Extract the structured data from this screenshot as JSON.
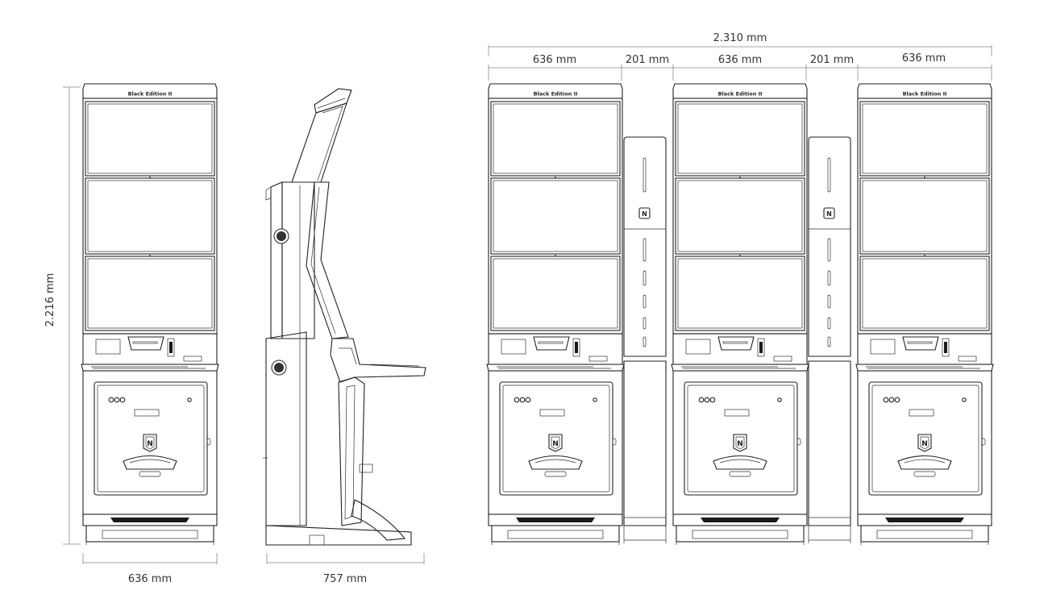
{
  "diagram": {
    "front_view": {
      "brand_label": "Black Edition II",
      "width_label": "636 mm",
      "height_label": "2.216 mm"
    },
    "side_view": {
      "depth_label": "757 mm"
    },
    "row_view": {
      "total_width_label": "2.310 mm",
      "segments": [
        {
          "label": "636 mm",
          "kind": "cabinet"
        },
        {
          "label": "201 mm",
          "kind": "divider"
        },
        {
          "label": "636 mm",
          "kind": "cabinet"
        },
        {
          "label": "201 mm",
          "kind": "divider"
        },
        {
          "label": "636 mm",
          "kind": "cabinet"
        }
      ],
      "brand_label": "Black Edition II"
    },
    "logo_icon": "novomatic-n-logo",
    "colors": {
      "line": "#222222",
      "dimension": "#888888",
      "background": "#ffffff"
    }
  }
}
